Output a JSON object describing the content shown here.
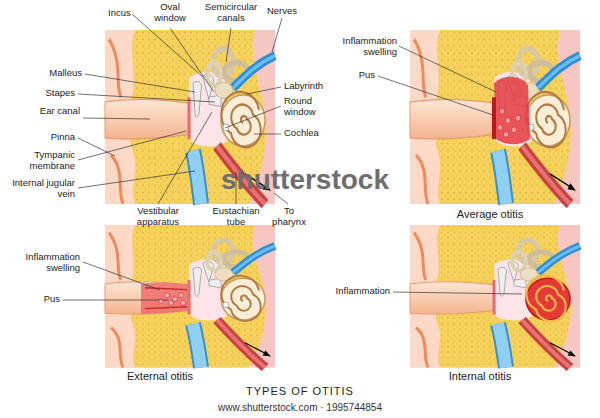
{
  "diagram": {
    "title": "TYPES OF OTITIS",
    "labels": [
      "Incus",
      "Oval window",
      "Semicircular canals",
      "Nerves",
      "Malleus",
      "Labyrinth",
      "Stapes",
      "Round window",
      "Ear canal",
      "Pinna",
      "Cochlea",
      "Tympanic membrane",
      "Internal jugular vein",
      "Vestibular apparatus",
      "Eustachian tube",
      "To pharynx",
      "Inflammation swelling",
      "Pus",
      "Average otitis",
      "Inflammation swelling",
      "Pus",
      "External otitis",
      "Inflammation",
      "Internal otitis",
      "shutterstock",
      "www.shutterstock.com · 1995744854"
    ]
  }
}
